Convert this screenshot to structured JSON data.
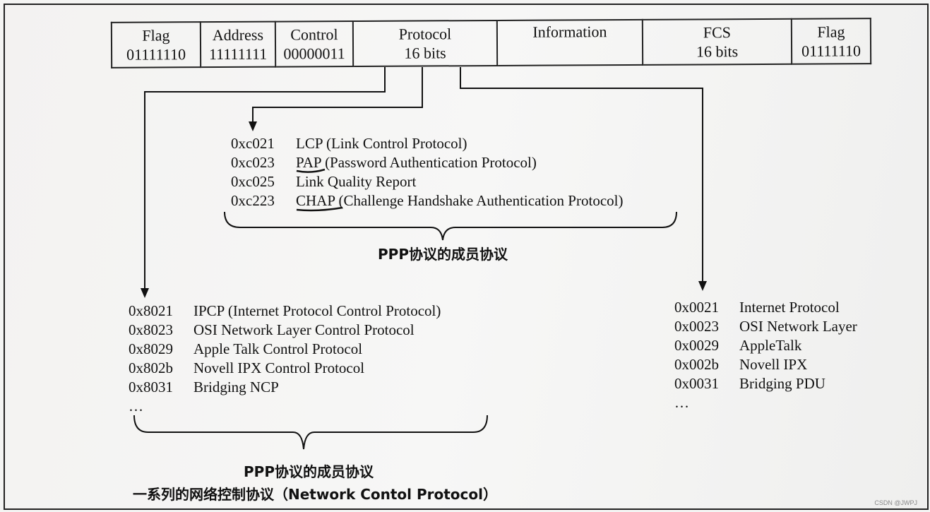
{
  "frame_fields": [
    {
      "name": "Flag",
      "value": "01111110"
    },
    {
      "name": "Address",
      "value": "11111111"
    },
    {
      "name": "Control",
      "value": "00000011"
    },
    {
      "name": "Protocol",
      "value": "16 bits"
    },
    {
      "name": "Information",
      "value": ""
    },
    {
      "name": "FCS",
      "value": "16 bits"
    },
    {
      "name": "Flag",
      "value": "01111110"
    }
  ],
  "lcp_list": [
    {
      "code": "0xc021",
      "label": "LCP (Link Control Protocol)"
    },
    {
      "code": "0xc023",
      "label": "PAP (Password Authentication Protocol)"
    },
    {
      "code": "0xc025",
      "label": "Link Quality Report"
    },
    {
      "code": "0xc223",
      "label": "CHAP (Challenge Handshake Authentication Protocol)"
    }
  ],
  "lcp_caption": "PPP协议的成员协议",
  "ncp_list": [
    {
      "code": "0x8021",
      "label": "IPCP (Internet Protocol Control Protocol)"
    },
    {
      "code": "0x8023",
      "label": "OSI Network Layer Control Protocol"
    },
    {
      "code": "0x8029",
      "label": "Apple Talk Control Protocol"
    },
    {
      "code": "0x802b",
      "label": "Novell IPX Control Protocol"
    },
    {
      "code": "0x8031",
      "label": "Bridging NCP"
    }
  ],
  "ncp_ellipsis": "…",
  "ncp_caption_1": "PPP协议的成员协议",
  "ncp_caption_2": "一系列的网络控制协议（Network Contol Protocol）",
  "net_list": [
    {
      "code": "0x0021",
      "label": "Internet Protocol"
    },
    {
      "code": "0x0023",
      "label": "OSI Network Layer"
    },
    {
      "code": "0x0029",
      "label": "AppleTalk"
    },
    {
      "code": "0x002b",
      "label": "Novell IPX"
    },
    {
      "code": "0x0031",
      "label": "Bridging PDU"
    }
  ],
  "net_ellipsis": "…",
  "watermark": "CSDN @JWPJ"
}
